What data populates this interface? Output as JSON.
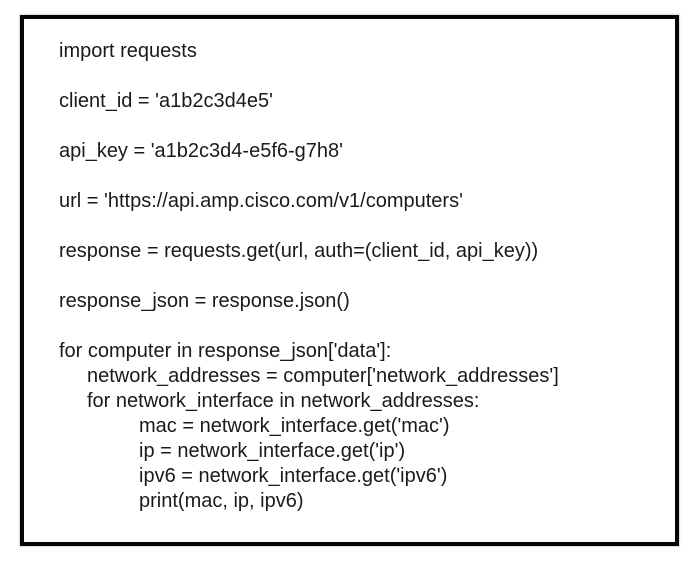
{
  "figure": {
    "background_color": "#ffffff",
    "code_box": {
      "border_color": "#060606",
      "text_color": "#1a1a1a",
      "lines": [
        {
          "text": "import requests",
          "indent": 0
        },
        {
          "text": "",
          "indent": 0
        },
        {
          "text": "client_id = 'a1b2c3d4e5'",
          "indent": 0
        },
        {
          "text": "",
          "indent": 0
        },
        {
          "text": "api_key = 'a1b2c3d4-e5f6-g7h8'",
          "indent": 0
        },
        {
          "text": "",
          "indent": 0
        },
        {
          "text": "url = 'https://api.amp.cisco.com/v1/computers'",
          "indent": 0
        },
        {
          "text": "",
          "indent": 0
        },
        {
          "text": "response = requests.get(url, auth=(client_id, api_key))",
          "indent": 0
        },
        {
          "text": "",
          "indent": 0
        },
        {
          "text": "response_json = response.json()",
          "indent": 0
        },
        {
          "text": "",
          "indent": 0
        },
        {
          "text": "for computer in response_json['data']:",
          "indent": 0
        },
        {
          "text": "network_addresses = computer['network_addresses']",
          "indent": 1
        },
        {
          "text": "for network_interface in network_addresses:",
          "indent": 1
        },
        {
          "text": "mac = network_interface.get('mac')",
          "indent": 2
        },
        {
          "text": "ip = network_interface.get('ip')",
          "indent": 2
        },
        {
          "text": "ipv6 = network_interface.get('ipv6')",
          "indent": 2
        },
        {
          "text": "print(mac, ip, ipv6)",
          "indent": 2
        }
      ]
    }
  }
}
